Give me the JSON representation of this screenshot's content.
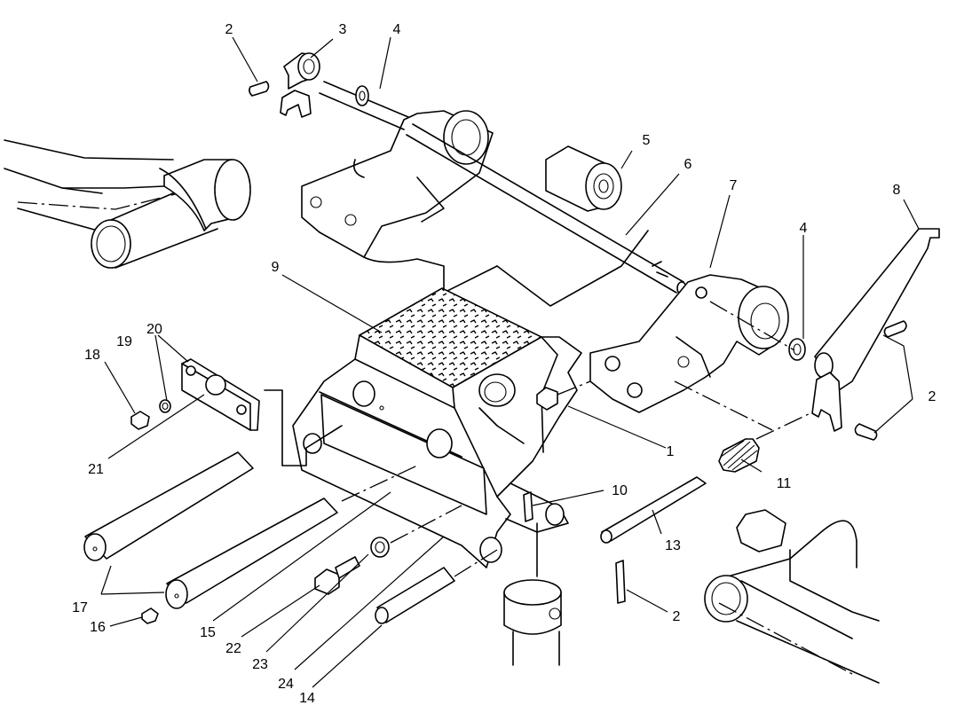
{
  "callouts": [
    {
      "id": "c1",
      "label": "1"
    },
    {
      "id": "c2a",
      "label": "2"
    },
    {
      "id": "c2b",
      "label": "2"
    },
    {
      "id": "c2c",
      "label": "2"
    },
    {
      "id": "c3",
      "label": "3"
    },
    {
      "id": "c4a",
      "label": "4"
    },
    {
      "id": "c4b",
      "label": "4"
    },
    {
      "id": "c5",
      "label": "5"
    },
    {
      "id": "c6",
      "label": "6"
    },
    {
      "id": "c7",
      "label": "7"
    },
    {
      "id": "c8",
      "label": "8"
    },
    {
      "id": "c9",
      "label": "9"
    },
    {
      "id": "c10",
      "label": "10"
    },
    {
      "id": "c11",
      "label": "11"
    },
    {
      "id": "c13",
      "label": "13"
    },
    {
      "id": "c14",
      "label": "14"
    },
    {
      "id": "c15",
      "label": "15"
    },
    {
      "id": "c16",
      "label": "16"
    },
    {
      "id": "c17",
      "label": "17"
    },
    {
      "id": "c18",
      "label": "18"
    },
    {
      "id": "c19",
      "label": "19"
    },
    {
      "id": "c20",
      "label": "20"
    },
    {
      "id": "c21",
      "label": "21"
    },
    {
      "id": "c22",
      "label": "22"
    },
    {
      "id": "c23",
      "label": "23"
    },
    {
      "id": "c24",
      "label": "24"
    }
  ]
}
